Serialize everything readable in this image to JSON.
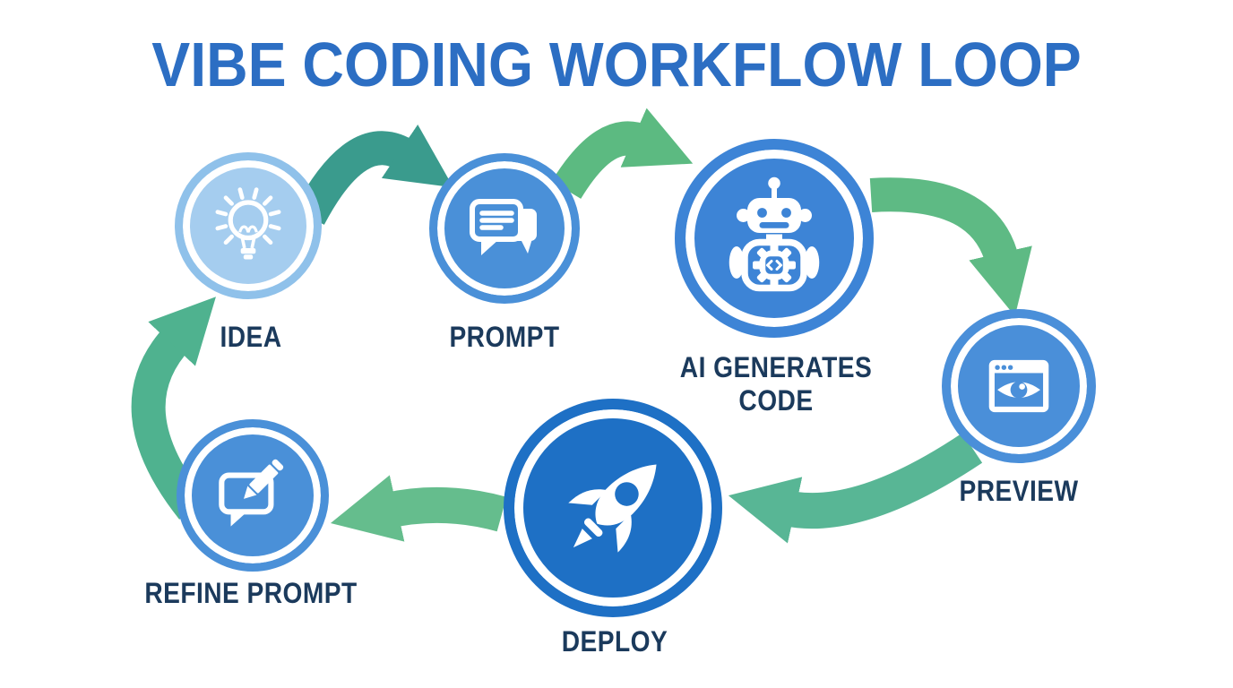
{
  "title": {
    "text": "VIBE CODING WORKFLOW LOOP",
    "color": "#2c6ec3"
  },
  "background": "#ffffff",
  "label_color": "#1b3a5c",
  "nodes": [
    {
      "id": "idea",
      "label": "IDEA",
      "icon": "lightbulb-icon",
      "fill": "#a5cdef",
      "ring": "#8fc1ea"
    },
    {
      "id": "prompt",
      "label": "PROMPT",
      "icon": "chat-bubbles-icon",
      "fill": "#4a90d8",
      "ring": "#4a90d8"
    },
    {
      "id": "ai-generates-code",
      "label": "AI GENERATES CODE",
      "icon": "robot-icon",
      "fill": "#3d84d6",
      "ring": "#3d84d6"
    },
    {
      "id": "preview",
      "label": "PREVIEW",
      "icon": "browser-eye-icon",
      "fill": "#4a8fd9",
      "ring": "#4a8fd9"
    },
    {
      "id": "deploy",
      "label": "DEPLOY",
      "icon": "rocket-icon",
      "fill": "#1e70c5",
      "ring": "#1e70c5"
    },
    {
      "id": "refine-prompt",
      "label": "REFINE PROMPT",
      "icon": "chat-pencil-icon",
      "fill": "#4a90d8",
      "ring": "#4a90d8"
    }
  ],
  "arrows": [
    {
      "from": "idea",
      "to": "prompt",
      "color": "#3a9b8d"
    },
    {
      "from": "prompt",
      "to": "ai-generates-code",
      "color": "#5cba81"
    },
    {
      "from": "ai-generates-code",
      "to": "preview",
      "color": "#5eba84"
    },
    {
      "from": "preview",
      "to": "deploy",
      "color": "#58b695"
    },
    {
      "from": "deploy",
      "to": "refine-prompt",
      "color": "#65bd8d"
    },
    {
      "from": "refine-prompt",
      "to": "idea",
      "color": "#4fb28f"
    }
  ]
}
